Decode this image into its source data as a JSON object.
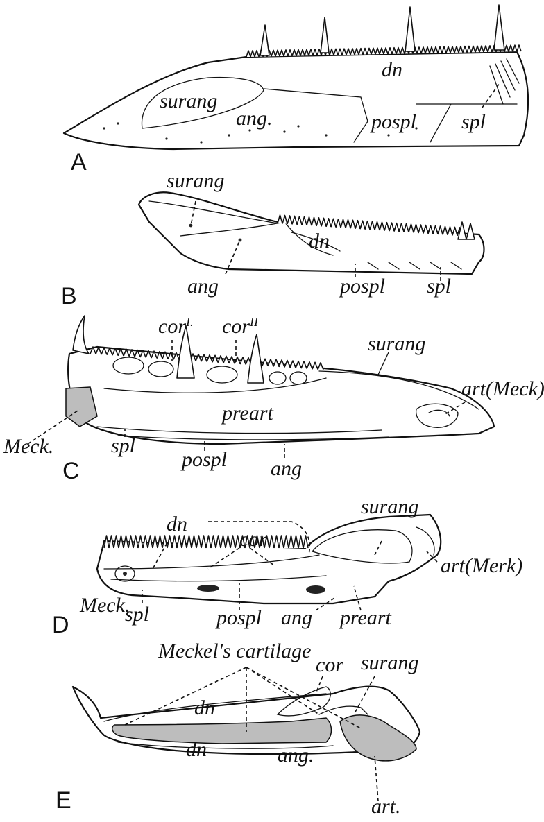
{
  "panels": {
    "A": {
      "letter": "A",
      "labels": {
        "dn": "dn",
        "surang": "surang",
        "ang": "ang.",
        "pospl": "pospl",
        "spl": "spl"
      }
    },
    "B": {
      "letter": "B",
      "labels": {
        "surang": "surang",
        "dn": "dn",
        "ang": "ang",
        "pospl": "pospl",
        "spl": "spl"
      }
    },
    "C": {
      "letter": "C",
      "labels": {
        "cor1": "cor",
        "cor1_sup": "I.",
        "cor2": "cor",
        "cor2_sup": "II",
        "surang": "surang",
        "art": "art(Meck)",
        "meck": "Meck.",
        "preart": "preart",
        "spl": "spl",
        "pospl": "pospl",
        "ang": "ang"
      }
    },
    "D": {
      "letter": "D",
      "labels": {
        "dn": "dn",
        "cor": "cor",
        "surang": "surang",
        "art": "art(Merk)",
        "meck": "Meck.",
        "spl": "spl",
        "pospl": "pospl",
        "ang": "ang",
        "preart": "preart"
      }
    },
    "E": {
      "letter": "E",
      "labels": {
        "meckel": "Meckel's cartilage",
        "cor": "cor",
        "surang": "surang",
        "dn_upper": "dn",
        "dn_lower": "dn",
        "ang": "ang.",
        "art": "art."
      }
    }
  }
}
